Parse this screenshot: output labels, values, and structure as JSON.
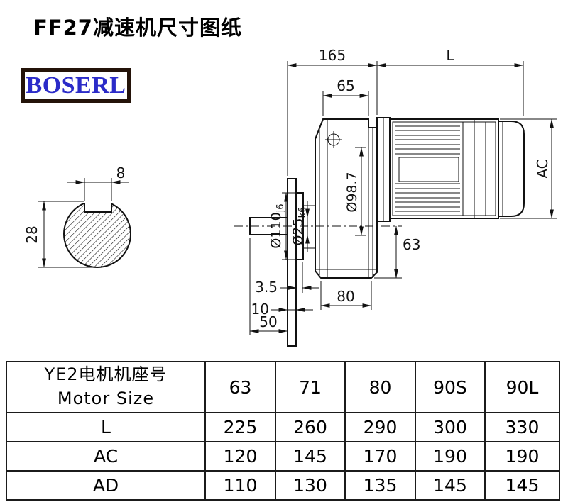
{
  "page": {
    "title": "FF27减速机尺寸图纸"
  },
  "logo": {
    "text": "BOSERL"
  },
  "drawing": {
    "dims": {
      "gearbox_length": "165",
      "motor_length": "L",
      "housing_top_width": "65",
      "motor_height": "AC",
      "keyway_width": "8",
      "shaft_section_height": "28",
      "gear_housing_diameter": "Ø98.7",
      "flange_spigot_main": "Ø110",
      "flange_spigot_fit": "j6",
      "shaft_diameter_main": "Ø25",
      "shaft_diameter_fit": "k6",
      "shaft_center_height": "63",
      "spigot_step": "3.5",
      "flange_thickness": "10",
      "shaft_length": "50",
      "housing_bottom_width": "80"
    }
  },
  "table": {
    "header": {
      "line1": "YE2电机机座号",
      "line2": "Motor Size",
      "sizes": [
        "63",
        "71",
        "80",
        "90S",
        "90L"
      ]
    },
    "rows": [
      {
        "label": "L",
        "values": [
          "225",
          "260",
          "290",
          "300",
          "330"
        ]
      },
      {
        "label": "AC",
        "values": [
          "120",
          "145",
          "170",
          "190",
          "190"
        ]
      },
      {
        "label": "AD",
        "values": [
          "110",
          "130",
          "135",
          "145",
          "145"
        ]
      }
    ]
  }
}
